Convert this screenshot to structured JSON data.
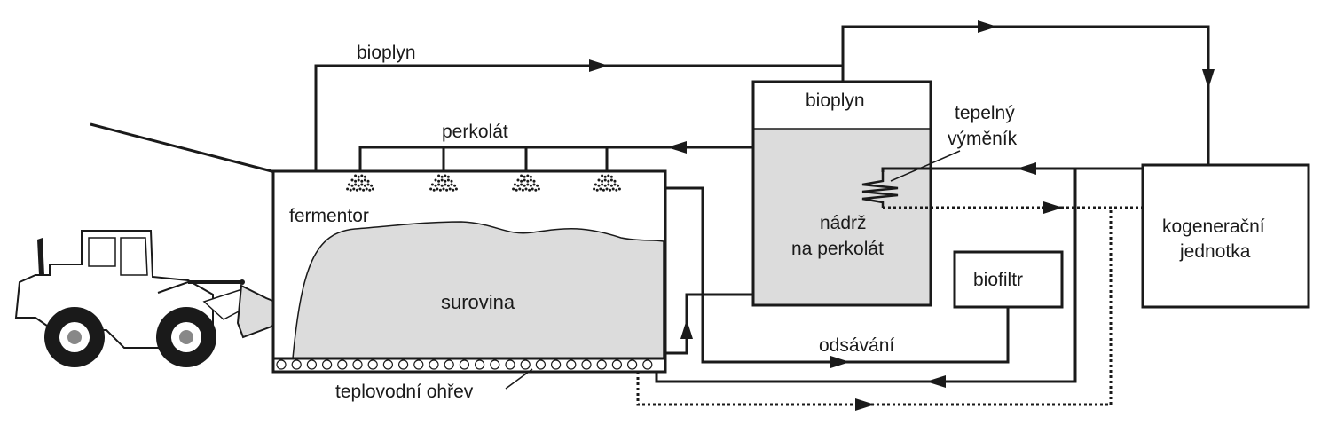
{
  "labels": {
    "bioplyn_pipe": "bioplyn",
    "bioplyn_tank": "bioplyn",
    "perkolat": "perkolát",
    "tepelny_line1": "tepelný",
    "tepelny_line2": "výměník",
    "fermentor": "fermentor",
    "nadrz_line1": "nádrž",
    "nadrz_line2": "na perkolát",
    "surovina": "surovina",
    "biofiltr": "biofiltr",
    "odsavani": "odsávání",
    "kogeneracni_line1": "kogenerační",
    "kogeneracni_line2": "jednotka",
    "teplovodni": "teplovodní ohřev"
  },
  "icons": {
    "loader": "wheel-loader-icon",
    "spray": "spray-nozzle-icon",
    "heat_exchanger": "heat-exchanger-coil-icon"
  },
  "colors": {
    "line": "#1a1a1a",
    "liquid_fill": "#dcdcdc",
    "background": "#ffffff"
  }
}
